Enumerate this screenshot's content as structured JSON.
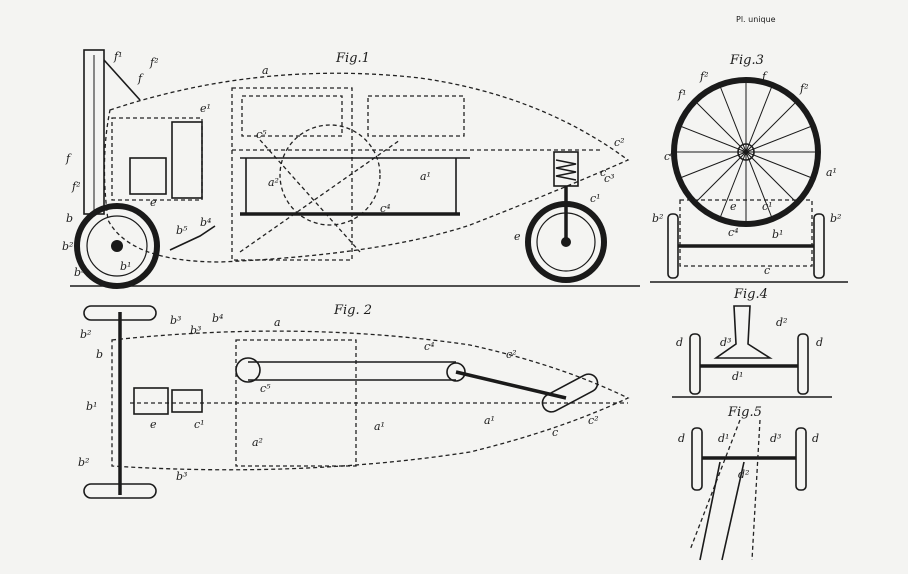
{
  "plate_label": "Pl. unique",
  "figures": {
    "fig1": {
      "title": "Fig.1",
      "labels": [
        "a",
        "f¹",
        "f²",
        "f",
        "e¹",
        "c⁵",
        "c²",
        "f",
        "f²",
        "e",
        "a²",
        "a¹",
        "c⁴",
        "c³",
        "c¹",
        "b",
        "b²",
        "b³",
        "b⁵",
        "b⁴",
        "b¹",
        "e",
        "c"
      ]
    },
    "fig2": {
      "title": "Fig. 2",
      "labels": [
        "a",
        "b³",
        "b²",
        "b³",
        "b⁴",
        "b",
        "c⁵",
        "c⁴",
        "c²",
        "b¹",
        "e",
        "c¹",
        "a²",
        "a¹",
        "a¹",
        "c",
        "c²",
        "b²",
        "b³"
      ]
    },
    "fig3": {
      "title": "Fig.3",
      "labels": [
        "f²",
        "f¹",
        "f",
        "f²",
        "c⁶",
        "a¹",
        "b²",
        "e",
        "c¹",
        "c⁴",
        "b¹",
        "b²",
        "c"
      ]
    },
    "fig4": {
      "title": "Fig.4",
      "labels": [
        "d",
        "d²",
        "d³",
        "d",
        "d¹"
      ]
    },
    "fig5": {
      "title": "Fig.5",
      "labels": [
        "d",
        "d¹",
        "d³",
        "d",
        "d²"
      ]
    }
  }
}
